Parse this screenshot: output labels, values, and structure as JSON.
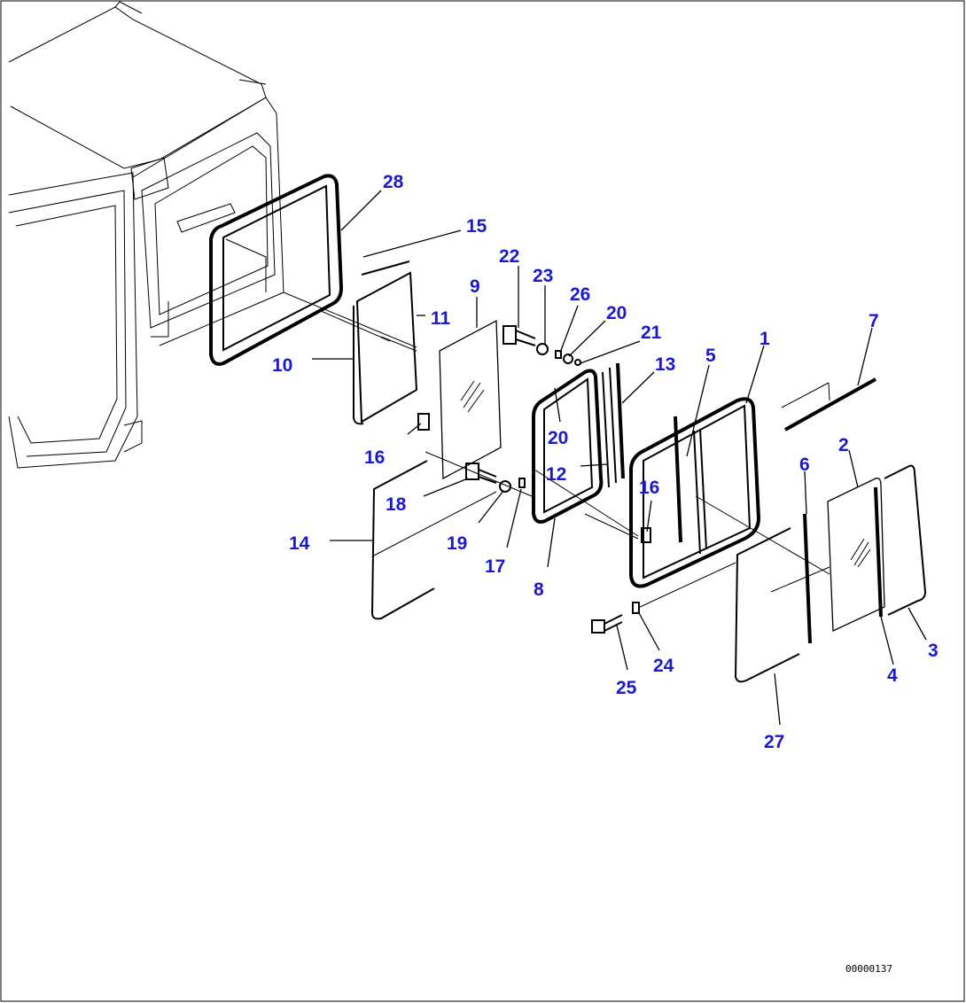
{
  "diagram": {
    "reference_code": "00000137",
    "callout_color": "#1a1acc",
    "callouts": [
      "28",
      "15",
      "22",
      "23",
      "26",
      "20",
      "21",
      "9",
      "11",
      "10",
      "16",
      "18",
      "14",
      "19",
      "17",
      "8",
      "12",
      "20",
      "13",
      "5",
      "1",
      "7",
      "16",
      "6",
      "2",
      "4",
      "3",
      "25",
      "24",
      "27"
    ]
  }
}
